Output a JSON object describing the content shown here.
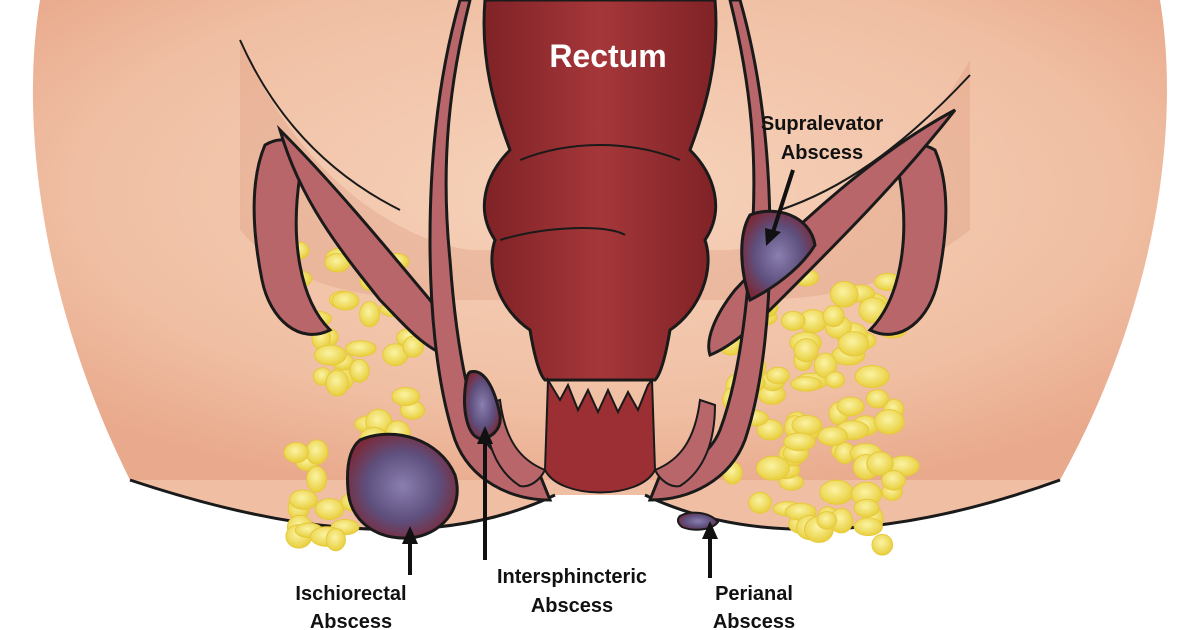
{
  "labels": {
    "rectum": "Rectum",
    "supralevator_line1": "Supralevator",
    "supralevator_line2": "Abscess",
    "ischiorectal_line1": "Ischiorectal",
    "ischiorectal_line2": "Abscess",
    "intersphincteric_line1": "Intersphincteric",
    "intersphincteric_line2": "Abscess",
    "perianal_line1": "Perianal",
    "perianal_line2": "Abscess"
  },
  "colors": {
    "skin": "#f3c6a8",
    "skin_shadow": "#e9a98c",
    "rectum": "#9b2f33",
    "muscle": "#b8666a",
    "fat": "#f2df55",
    "abscess": "#6f5c8e",
    "outline": "#1a1a1a"
  }
}
